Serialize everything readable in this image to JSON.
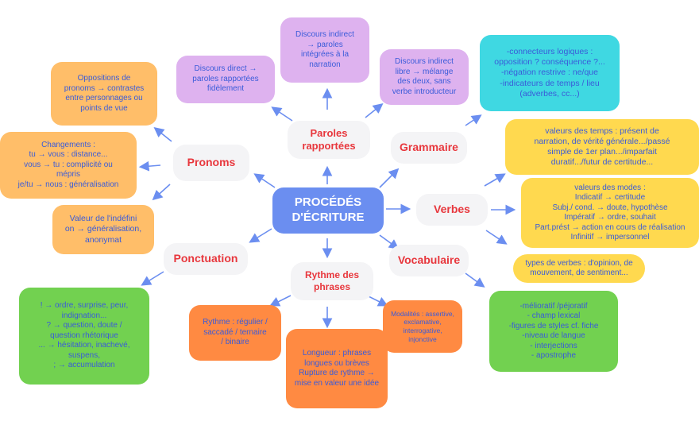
{
  "center": {
    "label": "PROCÉDÉS\nD'ÉCRITURE"
  },
  "categories": {
    "paroles": "Paroles\nrapportées",
    "grammaire": "Grammaire",
    "pronoms": "Pronoms",
    "verbes": "Verbes",
    "ponctuation": "Ponctuation",
    "rythme": "Rythme des\nphrases",
    "vocabulaire": "Vocabulaire"
  },
  "leaves": {
    "discours_indirect": "Discours indirect\n→ paroles\nintégrées à la\nnarration",
    "discours_direct": "Discours direct →\nparoles rapportées\nfidèlement",
    "discours_indirect_libre": "Discours indirect\nlibre → mélange\ndes deux, sans\nverbe introducteur",
    "grammaire_connecteurs": "-connecteurs logiques :\nopposition ? conséquence ?...\n-négation restrive : ne/que\n-indicateurs de temps / lieu\n(adverbes, cc...)",
    "pronoms_oppositions": "Oppositions de\npronoms → contrastes\nentre personnages ou\npoints de vue",
    "pronoms_changements": "Changements :\ntu → vous : distance...\nvous → tu : complicité ou\nmépris\nje/tu → nous : généralisation",
    "pronoms_indefini": "Valeur de l'indéfini\non → généralisation,\nanonymat",
    "verbes_temps": "valeurs des temps : présent de\nnarration, de vérité générale.../passé\nsimple de 1er plan.../imparfait\nduratif.../futur de certitude...",
    "verbes_modes": "valeurs des modes :\nIndicatif → certitude\nSubj./ cond. → doute, hypothèse\nImpératif → ordre, souhait\nPart.prést → action en cours de réalisation\nInfinitif → impersonnel",
    "verbes_types": "types de verbes : d'opinion, de\nmouvement, de sentiment...",
    "ponctuation_signes": "! → ordre, surprise, peur,\nindignation...\n? → question, doute /\nquestion rhétorique\n... → hésitation, inachevé,\nsuspens,\n; → accumulation",
    "rythme_type": "Rythme : régulier /\nsaccadé / ternaire\n/ binaire",
    "rythme_longueur": "Longueur : phrases\nlongues ou brèves\nRupture de rythme →\nmise en valeur une idée",
    "rythme_figures": "Modalités : assertive,\nexclamative,\ninterrogative,\ninjonctive",
    "vocabulaire_lexique": "-mélioratif /péjoratif\n- champ lexical\n-figures de styles cf. fiche\n-niveau de langue\n- interjections\n- apostrophe"
  },
  "colors": {
    "center": "#6b8ef0",
    "category_text": "#e8373d",
    "leaf_text": "#3a5bd9",
    "arrow": "#6b8ef0",
    "purple": "#deb2ef",
    "orange_light": "#ffbe69",
    "orange_dark": "#ff8a42",
    "teal": "#3fd8e2",
    "yellow": "#ffd94f",
    "green": "#72d150"
  }
}
